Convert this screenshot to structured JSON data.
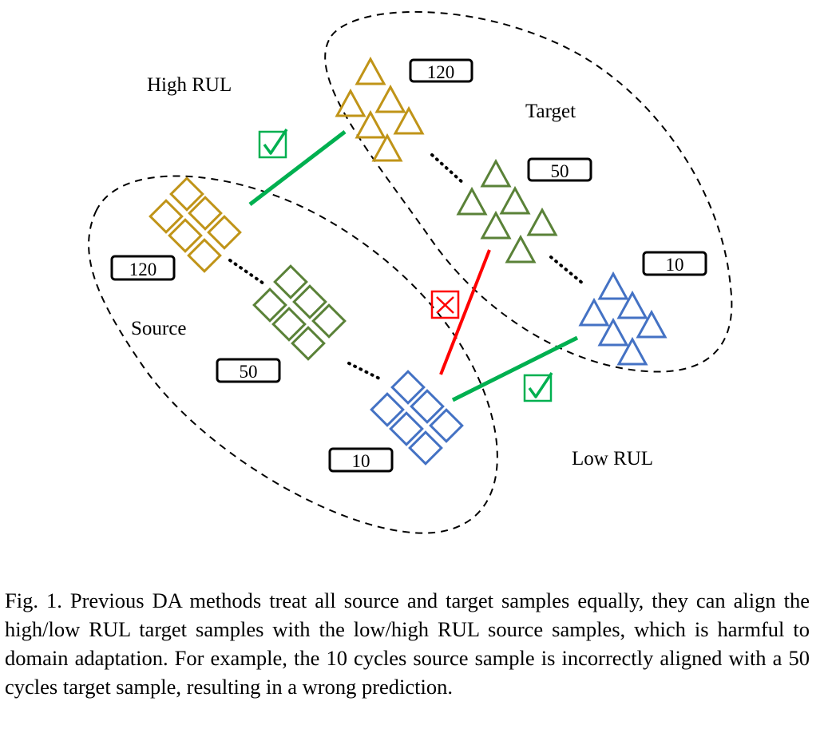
{
  "labels": {
    "high_rul": "High RUL",
    "low_rul": "Low RUL",
    "source": "Source",
    "target": "Target"
  },
  "colors": {
    "high": "#c09418",
    "mid": "#5a8238",
    "low": "#4472c4",
    "correct": "#00b050",
    "wrong": "#ff0000",
    "outline": "#000000"
  },
  "source_domain": {
    "groups": [
      {
        "cycles": "120",
        "rul": "high",
        "shape": "diamond",
        "color_key": "high",
        "count": 6
      },
      {
        "cycles": "50",
        "rul": "mid",
        "shape": "diamond",
        "color_key": "mid",
        "count": 6
      },
      {
        "cycles": "10",
        "rul": "low",
        "shape": "diamond",
        "color_key": "low",
        "count": 6
      }
    ]
  },
  "target_domain": {
    "groups": [
      {
        "cycles": "120",
        "rul": "high",
        "shape": "triangle",
        "color_key": "high",
        "count": 6
      },
      {
        "cycles": "50",
        "rul": "mid",
        "shape": "triangle",
        "color_key": "mid",
        "count": 6
      },
      {
        "cycles": "10",
        "rul": "low",
        "shape": "triangle",
        "color_key": "low",
        "count": 6
      }
    ]
  },
  "alignments": [
    {
      "from": "source 120",
      "to": "target 120",
      "status": "correct",
      "icon": "check-box-icon"
    },
    {
      "from": "source 10",
      "to": "target 10",
      "status": "correct",
      "icon": "check-box-icon"
    },
    {
      "from": "source 10",
      "to": "target 50",
      "status": "wrong",
      "icon": "cross-box-icon"
    }
  ],
  "caption": {
    "figure_number": "Fig. 1.",
    "text": "Previous DA methods treat all source and target samples equally, they can align the high/low RUL target samples with the low/high RUL source samples, which is harmful to domain adaptation. For example, the 10 cycles source sample is incorrectly aligned with a 50 cycles target sample, resulting in a wrong prediction."
  }
}
